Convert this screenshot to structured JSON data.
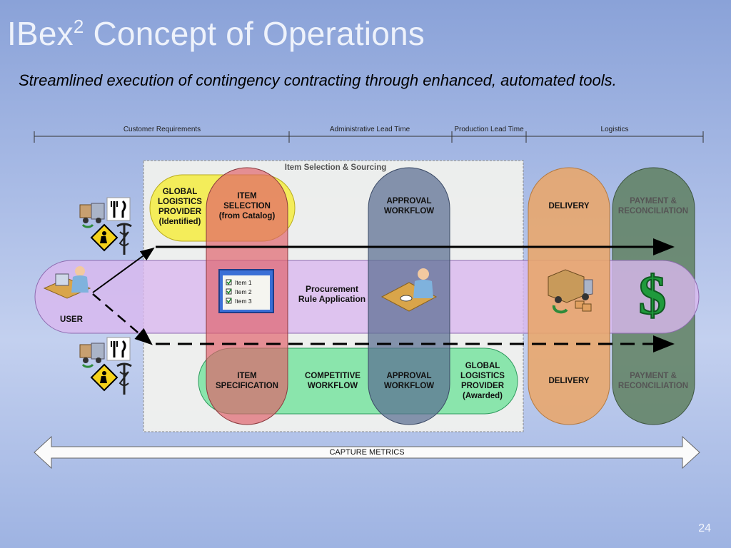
{
  "slide": {
    "title_main": "IBex",
    "title_sup": "2",
    "title_rest": " Concept of Operations",
    "subtitle": "Streamlined execution of contingency contracting through enhanced, automated tools.",
    "page_number": "24"
  },
  "timeline": {
    "phases": [
      "Customer Requirements",
      "Administrative Lead Time",
      "Production Lead Time",
      "Logistics"
    ]
  },
  "sourcing_box": {
    "label": "Item Selection & Sourcing"
  },
  "top_path": {
    "global_logistics": "GLOBAL\nLOGISTICS\nPROVIDER\n(Identified)",
    "item_selection": "ITEM\nSELECTION\n(from Catalog)",
    "approval": "APPROVAL\nWORKFLOW",
    "delivery": "DELIVERY",
    "payment": "PAYMENT &\nRECONCILIATION"
  },
  "middle_path": {
    "user": "USER",
    "procurement": "Procurement\nRule Application",
    "catalog_items": [
      "Item 1",
      "Item 2",
      "Item 3"
    ]
  },
  "bottom_path": {
    "item_spec": "ITEM\nSPECIFICATION",
    "competitive": "COMPETITIVE\nWORKFLOW",
    "approval": "APPROVAL\nWORKFLOW",
    "global_logistics": "GLOBAL\nLOGISTICS\nPROVIDER\n(Awarded)",
    "delivery": "DELIVERY",
    "payment": "PAYMENT &\nRECONCILIATION"
  },
  "metrics": {
    "label": "CAPTURE METRICS"
  },
  "icons": [
    "delivery-truck-icon",
    "fork-knife-icon",
    "construction-sign-icon",
    "medical-caduceus-icon",
    "user-computer-icon",
    "checklist-window-icon",
    "approver-desk-icon",
    "dollar-sign-icon"
  ],
  "colors": {
    "yellow": "#f4e94a",
    "orange": "#f0a040",
    "red": "#e06a70",
    "slate": "#6a7b98",
    "green": "#7ee3a0",
    "delivery": "#e8a96d",
    "payment": "#5f8060",
    "lavender": "#d9b6ee"
  }
}
